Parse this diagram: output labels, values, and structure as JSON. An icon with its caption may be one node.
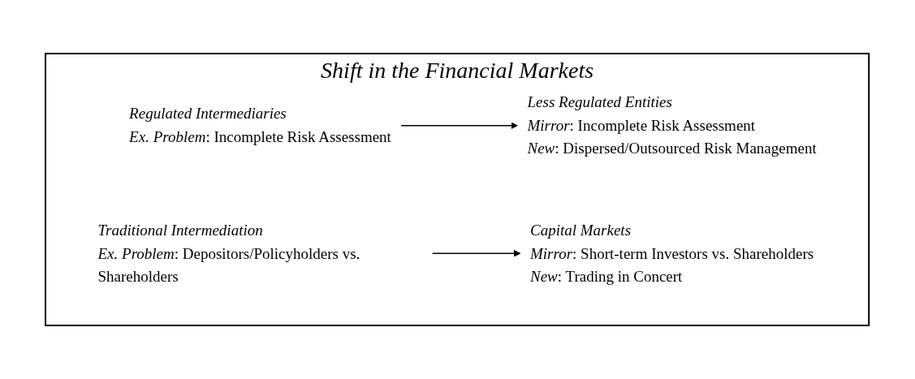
{
  "diagram": {
    "nodes": [
      {
        "text": [
          "Shift in the Financial Markets"
        ]
      },
      {
        "text": [
          "Regulated Intermediaries",
          "*Ex. Problem*: Incomplete Risk Assessment"
        ],
        "in": 0
      },
      {
        "text": [
          "Less Regulated Entities",
          "*Mirror*: Incomplete Risk Assessment",
          "*New*: Dispersed/Outsourced Risk Management"
        ],
        "in": 0
      },
      {
        "text": [
          "Traditional Intermediation",
          "*Ex. Problem*: Depositors/Policyholders vs. Shareholders"
        ],
        "in": 0
      },
      {
        "text": [
          "Capital Markets",
          "*Mirror*: Short-term Investors vs. Shareholders",
          "*New*: Trading in Concert"
        ],
        "in": 0
      }
    ],
    "edges": [
      {
        "from": 1,
        "to": 2,
        "arrow": "to"
      },
      {
        "from": 3,
        "to": 4,
        "arrow": "to"
      }
    ]
  }
}
